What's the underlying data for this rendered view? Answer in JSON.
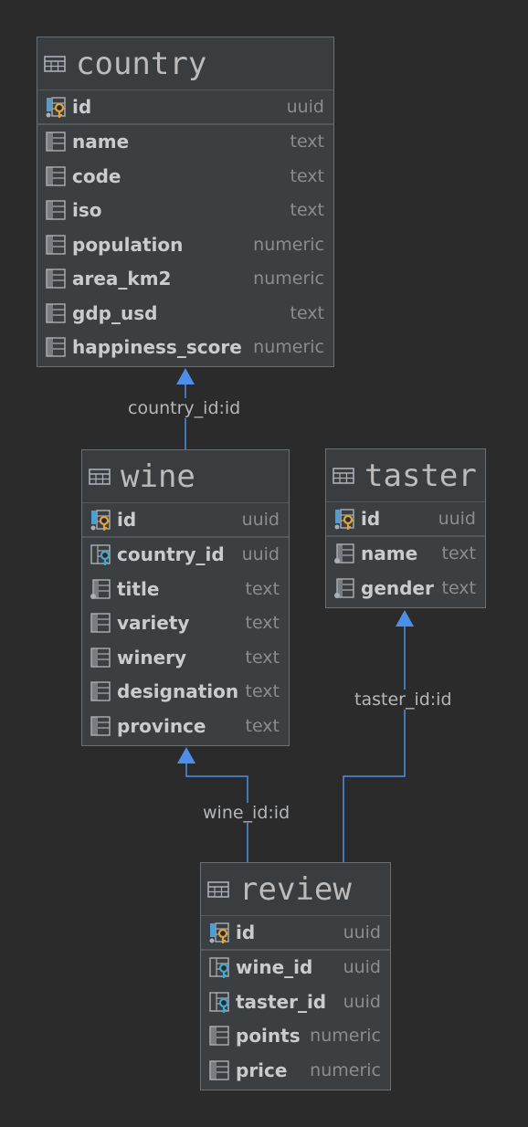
{
  "tables": {
    "country": {
      "title": "country",
      "pk": {
        "name": "id",
        "type": "uuid"
      },
      "columns": [
        {
          "name": "name",
          "type": "text",
          "icon": "column-icon"
        },
        {
          "name": "code",
          "type": "text",
          "icon": "column-icon"
        },
        {
          "name": "iso",
          "type": "text",
          "icon": "column-icon"
        },
        {
          "name": "population",
          "type": "numeric",
          "icon": "column-icon"
        },
        {
          "name": "area_km2",
          "type": "numeric",
          "icon": "column-icon"
        },
        {
          "name": "gdp_usd",
          "type": "text",
          "icon": "column-icon"
        },
        {
          "name": "happiness_score",
          "type": "numeric",
          "icon": "column-icon"
        }
      ]
    },
    "wine": {
      "title": "wine",
      "pk": {
        "name": "id",
        "type": "uuid"
      },
      "columns": [
        {
          "name": "country_id",
          "type": "uuid",
          "icon": "foreign-key-icon"
        },
        {
          "name": "title",
          "type": "text",
          "icon": "column-indexed-icon"
        },
        {
          "name": "variety",
          "type": "text",
          "icon": "column-icon"
        },
        {
          "name": "winery",
          "type": "text",
          "icon": "column-icon"
        },
        {
          "name": "designation",
          "type": "text",
          "icon": "column-icon"
        },
        {
          "name": "province",
          "type": "text",
          "icon": "column-icon"
        }
      ]
    },
    "taster": {
      "title": "taster",
      "pk": {
        "name": "id",
        "type": "uuid"
      },
      "columns": [
        {
          "name": "name",
          "type": "text",
          "icon": "column-indexed-icon"
        },
        {
          "name": "gender",
          "type": "text",
          "icon": "column-indexed-icon"
        }
      ]
    },
    "review": {
      "title": "review",
      "pk": {
        "name": "id",
        "type": "uuid"
      },
      "columns": [
        {
          "name": "wine_id",
          "type": "uuid",
          "icon": "foreign-key-icon"
        },
        {
          "name": "taster_id",
          "type": "uuid",
          "icon": "foreign-key-icon"
        },
        {
          "name": "points",
          "type": "numeric",
          "icon": "column-icon"
        },
        {
          "name": "price",
          "type": "numeric",
          "icon": "column-icon"
        }
      ]
    }
  },
  "relations": [
    {
      "label": "country_id:id"
    },
    {
      "label": "taster_id:id"
    },
    {
      "label": "wine_id:id"
    }
  ],
  "colors": {
    "background": "#2b2b2b",
    "table_fill": "#3c3f41",
    "connector": "#4d8fe8",
    "key_gold": "#e0a43a",
    "key_cyan": "#3fa9d6"
  }
}
